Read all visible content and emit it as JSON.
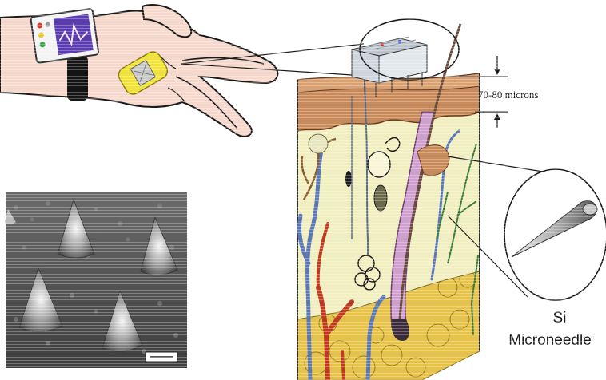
{
  "annotations": {
    "depth_label": "70-80 microns",
    "needle_label_line1": "Si",
    "needle_label_line2": "Microneedle"
  },
  "colors": {
    "skin": "#f4d3c6",
    "epidermis": "#c98a5a",
    "dermis": "#f1efbf",
    "fat": "#e3c040",
    "vessel_red": "#c0391e",
    "vessel_blue": "#5a78b8",
    "hair": "#9a6aa0",
    "patch": "#f2e33a",
    "sem_bg": "#5c5c5c"
  },
  "icons": [
    "hand-illustration",
    "wristwatch-device",
    "patch-bandage",
    "sem-micrograph",
    "skin-cross-section",
    "magnifier-circle",
    "microneedle-chip",
    "single-microneedle"
  ]
}
